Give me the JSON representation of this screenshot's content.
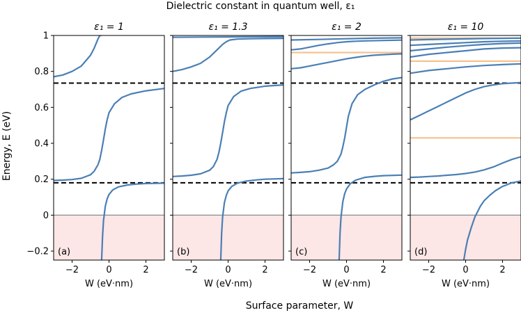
{
  "figure": {
    "suptitle": "Dielectric constant in quantum well, ε₁",
    "supxlabel": "Surface parameter, W",
    "ylabel": "Energy, E (eV)",
    "xlabel": "W (eV·nm)",
    "colors": {
      "curve": "#4a7fb5",
      "flat_level": "#f6c08a",
      "negative_region": "#fde6e6",
      "zero_line": "#8a8a8a",
      "dashed": "#000000"
    }
  },
  "chart_data": [
    {
      "type": "line",
      "label": "(a)",
      "title": "ε₁ = 1",
      "xlim": [
        -3,
        3
      ],
      "ylim": [
        -0.25,
        1.0
      ],
      "xticks": [
        -2,
        0,
        2
      ],
      "yticks": [
        -0.2,
        0.0,
        0.2,
        0.4,
        0.6,
        0.8,
        1.0
      ],
      "dashed_levels": [
        0.18,
        0.735
      ],
      "series": [
        {
          "x": [
            -3,
            -2.5,
            -2,
            -1.5,
            -1,
            -0.8,
            -0.6,
            -0.5,
            -0.45
          ],
          "y": [
            0.77,
            0.78,
            0.8,
            0.83,
            0.89,
            0.93,
            0.98,
            1.0,
            1.0
          ]
        },
        {
          "x": [
            -3,
            -2.5,
            -2,
            -1.5,
            -1,
            -0.8,
            -0.6,
            -0.5,
            -0.4,
            -0.3,
            -0.2,
            -0.1,
            0,
            0.3,
            0.7,
            1.2,
            2,
            3
          ],
          "y": [
            0.193,
            0.195,
            0.198,
            0.205,
            0.225,
            0.245,
            0.28,
            0.31,
            0.36,
            0.42,
            0.48,
            0.53,
            0.57,
            0.62,
            0.655,
            0.675,
            0.692,
            0.705
          ]
        },
        {
          "x": [
            -0.4,
            -0.35,
            -0.3,
            -0.2,
            -0.1,
            0,
            0.2,
            0.5,
            1.0,
            1.5,
            2,
            3
          ],
          "y": [
            -0.25,
            -0.12,
            -0.03,
            0.05,
            0.09,
            0.115,
            0.14,
            0.157,
            0.168,
            0.173,
            0.176,
            0.178
          ]
        }
      ],
      "flat_levels": []
    },
    {
      "type": "line",
      "label": "(b)",
      "title": "ε₁ = 1.3",
      "xlim": [
        -3,
        3
      ],
      "ylim": [
        -0.25,
        1.0
      ],
      "xticks": [
        -2,
        0,
        2
      ],
      "yticks": [
        -0.2,
        0.0,
        0.2,
        0.4,
        0.6,
        0.8,
        1.0
      ],
      "dashed_levels": [
        0.18,
        0.735
      ],
      "series": [
        {
          "x": [
            -3,
            -2.5,
            -2,
            -1.5,
            -1,
            -0.7,
            -0.5,
            -0.3,
            -0.1,
            0.1,
            0.5,
            1.2,
            2,
            3
          ],
          "y": [
            0.8,
            0.81,
            0.825,
            0.845,
            0.88,
            0.91,
            0.93,
            0.95,
            0.965,
            0.975,
            0.98,
            0.982,
            0.983,
            0.984
          ]
        },
        {
          "x": [
            -3,
            -1.5,
            0,
            1.5,
            3
          ],
          "y": [
            0.99,
            0.991,
            0.992,
            0.993,
            0.994
          ]
        },
        {
          "x": [
            -3,
            -2.5,
            -2,
            -1.5,
            -1,
            -0.8,
            -0.6,
            -0.5,
            -0.4,
            -0.3,
            -0.2,
            -0.1,
            0,
            0.3,
            0.7,
            1.2,
            2,
            3
          ],
          "y": [
            0.215,
            0.218,
            0.222,
            0.23,
            0.25,
            0.27,
            0.31,
            0.35,
            0.4,
            0.46,
            0.52,
            0.57,
            0.61,
            0.66,
            0.69,
            0.705,
            0.718,
            0.725
          ]
        },
        {
          "x": [
            -0.4,
            -0.35,
            -0.3,
            -0.2,
            -0.1,
            0,
            0.2,
            0.5,
            1.0,
            1.5,
            2,
            3
          ],
          "y": [
            -0.25,
            -0.1,
            -0.01,
            0.07,
            0.11,
            0.135,
            0.16,
            0.178,
            0.19,
            0.196,
            0.2,
            0.203
          ]
        }
      ],
      "flat_levels": []
    },
    {
      "type": "line",
      "label": "(c)",
      "title": "ε₁ = 2",
      "xlim": [
        -3,
        3
      ],
      "ylim": [
        -0.25,
        1.0
      ],
      "xticks": [
        -2,
        0,
        2
      ],
      "yticks": [
        -0.2,
        0.0,
        0.2,
        0.4,
        0.6,
        0.8,
        1.0
      ],
      "dashed_levels": [
        0.18,
        0.735
      ],
      "series": [
        {
          "x": [
            -3,
            -2.5,
            -2,
            -1.5,
            -1,
            -0.5,
            0,
            0.5,
            1,
            1.5,
            2,
            2.5,
            3
          ],
          "y": [
            0.815,
            0.82,
            0.83,
            0.84,
            0.85,
            0.86,
            0.87,
            0.878,
            0.885,
            0.89,
            0.893,
            0.896,
            0.898
          ]
        },
        {
          "x": [
            -3,
            -2.5,
            -2,
            -1.5,
            -1,
            -0.5,
            0,
            0.5,
            1,
            2,
            3
          ],
          "y": [
            0.92,
            0.925,
            0.935,
            0.945,
            0.953,
            0.96,
            0.965,
            0.968,
            0.97,
            0.972,
            0.974
          ]
        },
        {
          "x": [
            -3,
            -1.5,
            0,
            1.5,
            3
          ],
          "y": [
            0.975,
            0.978,
            0.982,
            0.985,
            0.987
          ]
        },
        {
          "x": [
            -3,
            -2.5,
            -2,
            -1.5,
            -1,
            -0.7,
            -0.5,
            -0.3,
            -0.2,
            -0.1,
            0,
            0.1,
            0.3,
            0.6,
            1.0,
            1.5,
            2,
            2.5,
            3
          ],
          "y": [
            0.235,
            0.238,
            0.242,
            0.25,
            0.262,
            0.28,
            0.3,
            0.34,
            0.38,
            0.43,
            0.49,
            0.55,
            0.62,
            0.67,
            0.7,
            0.725,
            0.745,
            0.758,
            0.766
          ]
        },
        {
          "x": [
            -0.4,
            -0.35,
            -0.3,
            -0.2,
            -0.1,
            0,
            0.2,
            0.5,
            1.0,
            1.5,
            2,
            3
          ],
          "y": [
            -0.25,
            -0.1,
            -0.01,
            0.075,
            0.12,
            0.145,
            0.175,
            0.195,
            0.21,
            0.216,
            0.22,
            0.223
          ]
        }
      ],
      "flat_levels": [
        0.905
      ]
    },
    {
      "type": "line",
      "label": "(d)",
      "title": "ε₁ = 10",
      "xlim": [
        -3,
        3
      ],
      "ylim": [
        -0.25,
        1.0
      ],
      "xticks": [
        -2,
        0,
        2
      ],
      "yticks": [
        -0.2,
        0.0,
        0.2,
        0.4,
        0.6,
        0.8,
        1.0
      ],
      "dashed_levels": [
        0.18,
        0.735
      ],
      "series": [
        {
          "x": [
            -3,
            -2.5,
            -2,
            -1.5,
            -1,
            -0.5,
            0,
            0.5,
            1,
            1.5,
            2,
            2.5,
            3
          ],
          "y": [
            0.53,
            0.555,
            0.58,
            0.605,
            0.63,
            0.655,
            0.68,
            0.7,
            0.715,
            0.725,
            0.732,
            0.735,
            0.738
          ]
        },
        {
          "x": [
            -3,
            -2,
            -1,
            0,
            1,
            2,
            3
          ],
          "y": [
            0.79,
            0.805,
            0.815,
            0.825,
            0.833,
            0.838,
            0.842
          ]
        },
        {
          "x": [
            -3,
            -2,
            -1,
            0,
            1,
            2,
            3
          ],
          "y": [
            0.88,
            0.895,
            0.905,
            0.915,
            0.925,
            0.93,
            0.932
          ]
        },
        {
          "x": [
            -3,
            -2,
            -1,
            0,
            1,
            2,
            3
          ],
          "y": [
            0.915,
            0.925,
            0.935,
            0.943,
            0.95,
            0.955,
            0.958
          ]
        },
        {
          "x": [
            -3,
            -2,
            -1,
            0,
            1,
            2,
            3
          ],
          "y": [
            0.945,
            0.95,
            0.955,
            0.96,
            0.965,
            0.968,
            0.97
          ]
        },
        {
          "x": [
            -3,
            -2,
            -1,
            0,
            1,
            2,
            3
          ],
          "y": [
            0.975,
            0.977,
            0.979,
            0.981,
            0.983,
            0.984,
            0.985
          ]
        },
        {
          "x": [
            -3,
            -2.5,
            -2,
            -1.5,
            -1,
            -0.5,
            0,
            0.5,
            1,
            1.5,
            2,
            2.5,
            3
          ],
          "y": [
            0.21,
            0.212,
            0.215,
            0.218,
            0.222,
            0.226,
            0.232,
            0.24,
            0.252,
            0.268,
            0.29,
            0.31,
            0.325
          ]
        },
        {
          "x": [
            -0.1,
            0,
            0.1,
            0.3,
            0.5,
            0.8,
            1.0,
            1.3,
            1.6,
            2.0,
            2.5,
            3.0
          ],
          "y": [
            -0.25,
            -0.19,
            -0.14,
            -0.07,
            -0.01,
            0.05,
            0.08,
            0.11,
            0.135,
            0.16,
            0.18,
            0.19
          ]
        }
      ],
      "flat_levels": [
        0.43,
        0.857,
        0.985
      ]
    }
  ]
}
